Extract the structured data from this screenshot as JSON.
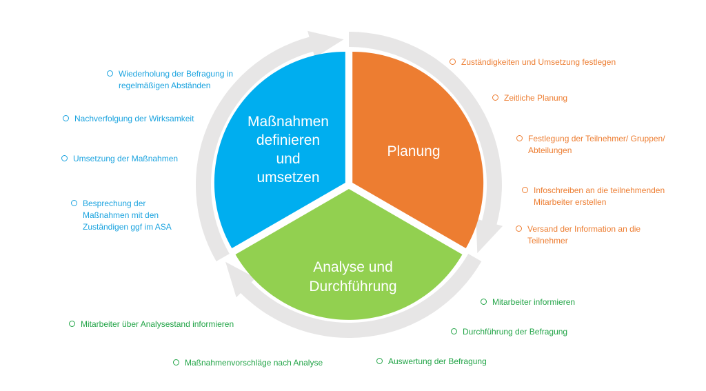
{
  "colors": {
    "blue": "#00aeef",
    "orange": "#ed7d31",
    "green": "#92d050",
    "ring": "#e7e6e6",
    "text_blue": "#1aa3df",
    "text_orange": "#ed7d31",
    "text_green": "#22a447"
  },
  "segments": {
    "blue": [
      "Maßnahmen",
      "definieren",
      "und",
      "umsetzen"
    ],
    "orange": [
      "Planung"
    ],
    "green": [
      "Analyse und",
      "Durchführung"
    ]
  },
  "notes": {
    "blue": [
      "Wiederholung der Befragung in regelmäßigen Abständen",
      "Nachverfolgung der Wirksamkeit",
      "Umsetzung der Maßnahmen",
      "Besprechung der Maßnahmen mit den Zuständigen ggf im ASA"
    ],
    "orange": [
      "Zuständigkeiten und Umsetzung festlegen",
      "Zeitliche Planung",
      "Festlegung der Teilnehmer/ Gruppen/ Abteilungen",
      "Infoschreiben an die teilnehmenden Mitarbeiter erstellen",
      "Versand der Information an die Teilnehmer"
    ],
    "green": [
      "Mitarbeiter informieren",
      "Durchführung der Befragung",
      "Auswertung der Befragung",
      "Maßnahmenvorschläge nach Analyse",
      "Mitarbeiter über Analysestand informieren"
    ]
  }
}
